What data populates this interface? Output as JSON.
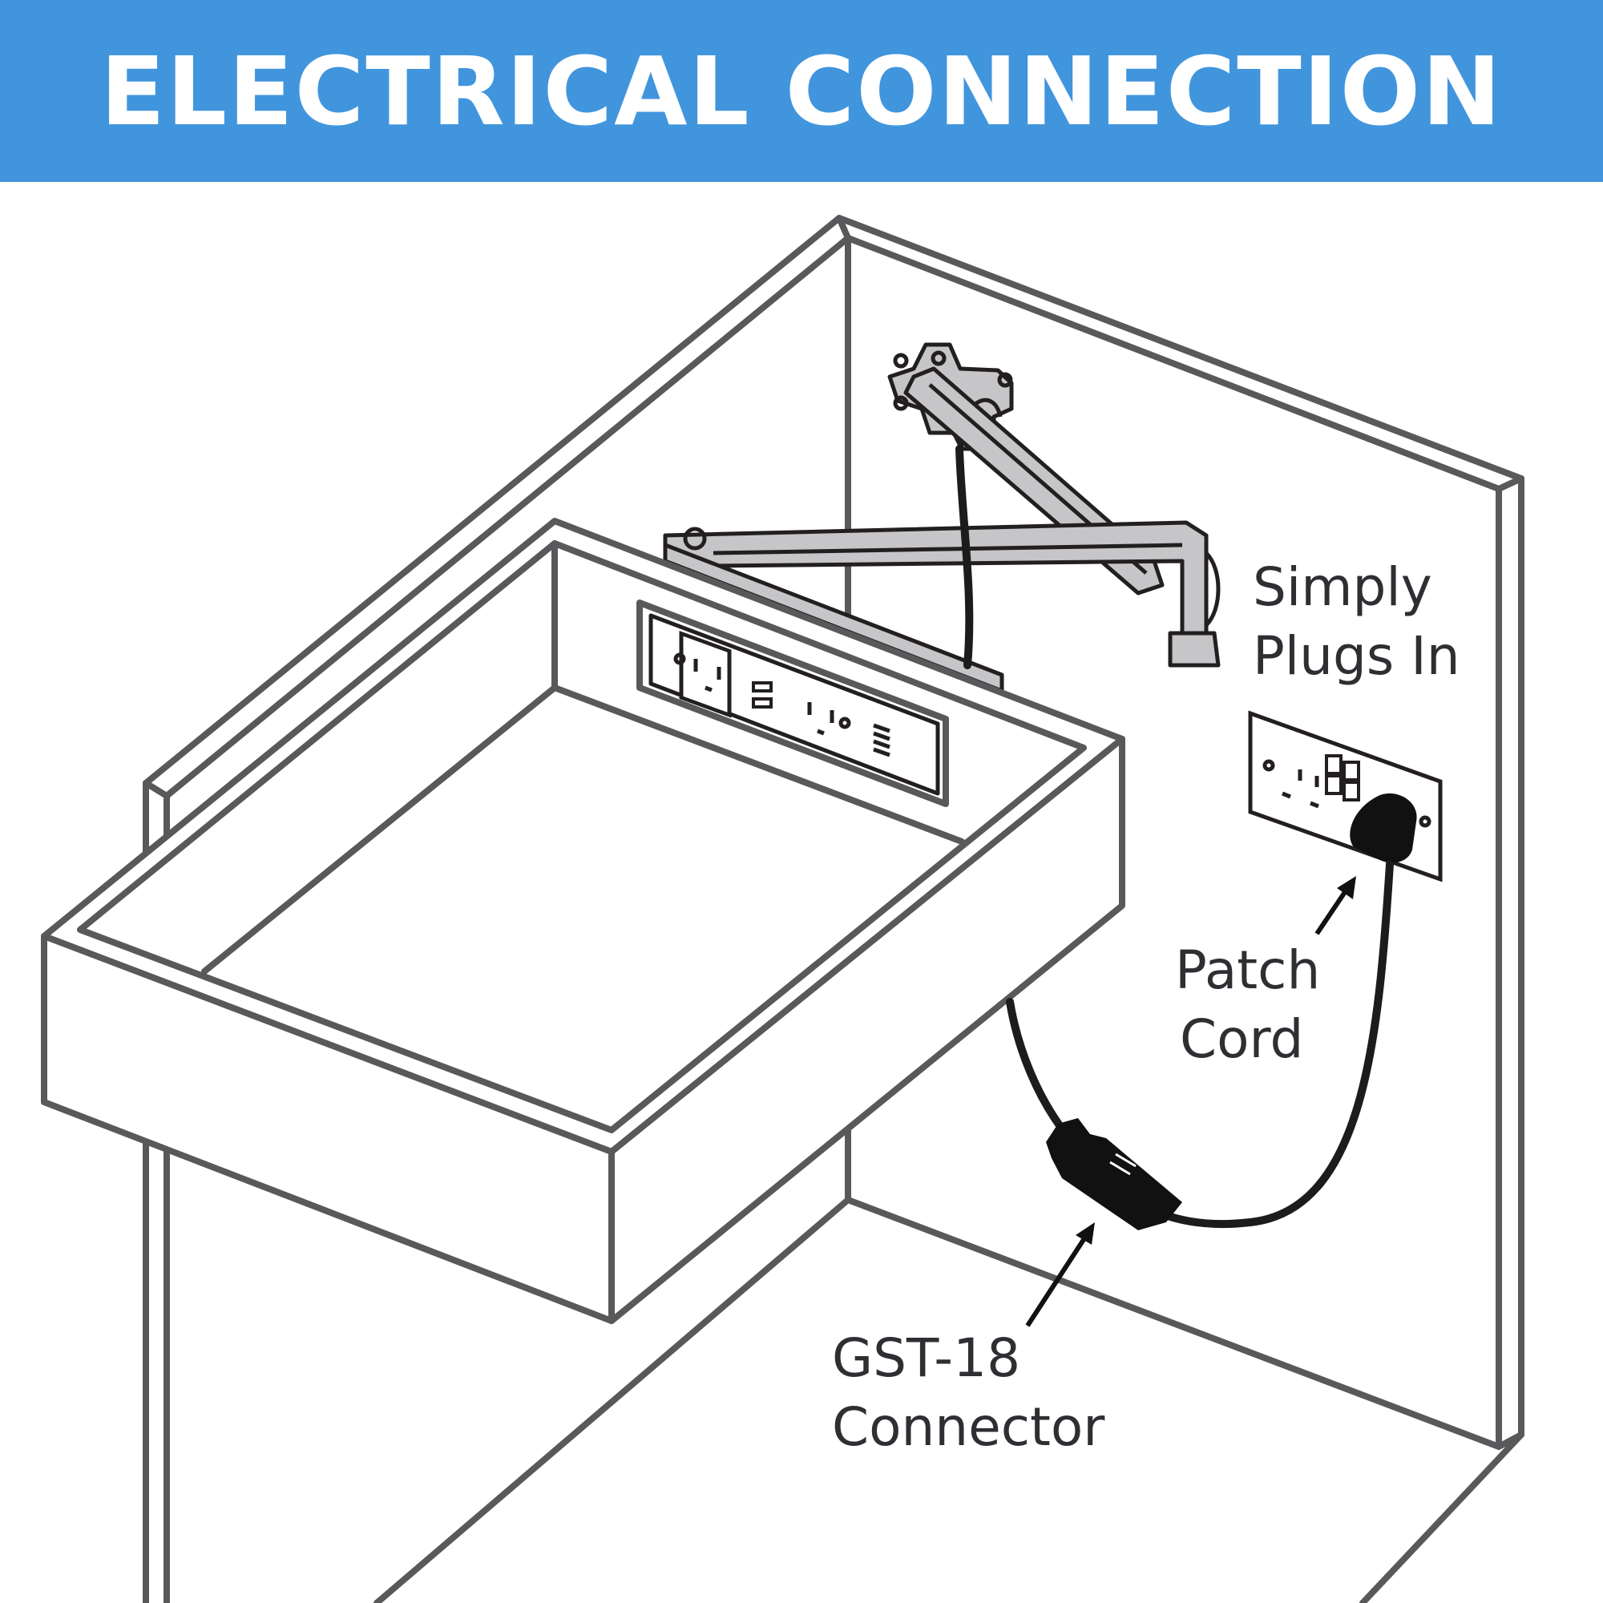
{
  "header": {
    "title": "ELECTRICAL CONNECTION"
  },
  "labels": {
    "simply_plugs_in": [
      "Simply",
      "Plugs In"
    ],
    "patch_cord": [
      "Patch",
      "Cord"
    ],
    "connector": [
      "GST-18",
      "Connector"
    ]
  },
  "colors": {
    "header_bg": "#4195dd",
    "outline": "#58595b",
    "arm_fill": "#c6c6c8",
    "cord": "#1c1c1c"
  }
}
